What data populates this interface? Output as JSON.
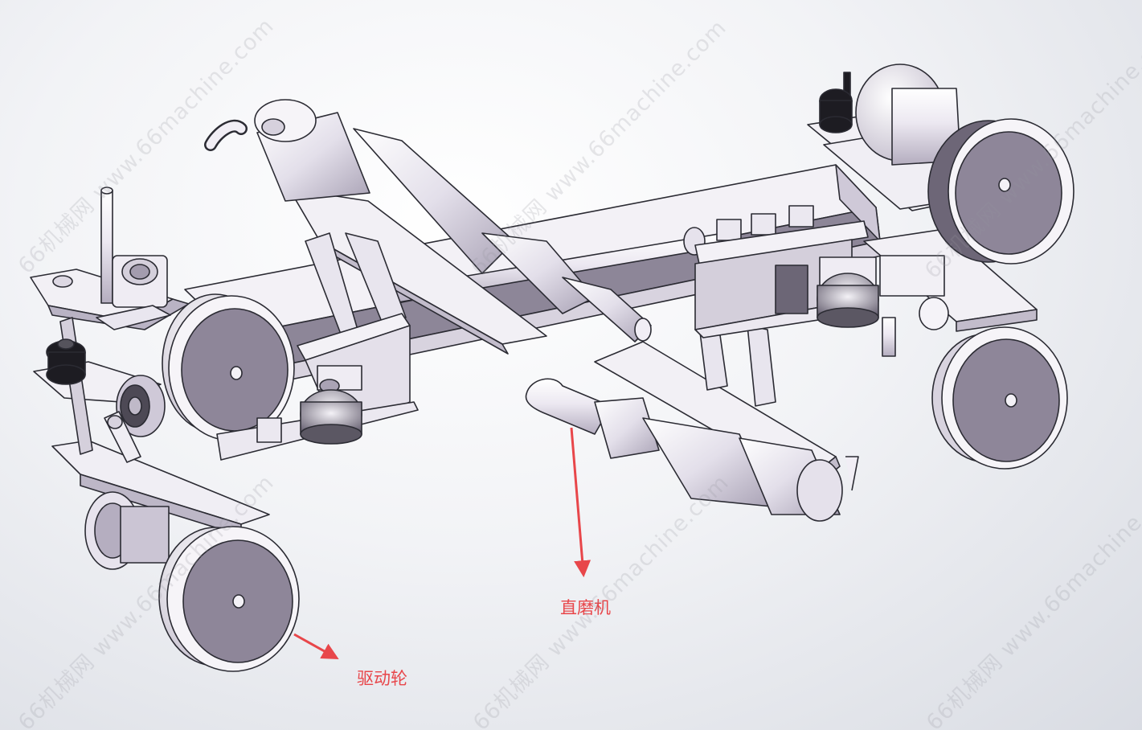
{
  "annotations": {
    "straight_grinder": "直磨机",
    "drive_wheel": "驱动轮"
  },
  "watermark": {
    "text": "66机械网 www.66machine.com"
  },
  "colors": {
    "part_fill": "#e9e6ef",
    "part_shade": "#b7b1c2",
    "wheel_face": "#8e8699",
    "edge": "#2b2b33",
    "arrow": "#e8464a",
    "label": "#e8464a"
  }
}
